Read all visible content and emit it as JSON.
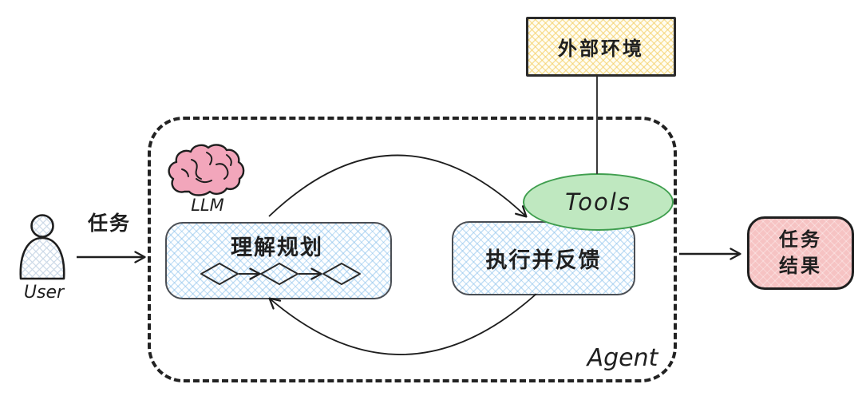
{
  "diagram": {
    "kind": "agent-architecture-sketch",
    "labels": {
      "external_environment": "外部环境",
      "task": "任务",
      "user": "User",
      "llm": "LLM",
      "plan": "理解规划",
      "execute": "执行并反馈",
      "tools": "Tools",
      "agent": "Agent",
      "result_line1": "任务",
      "result_line2": "结果"
    },
    "colors": {
      "stroke": "#1e1e1e",
      "node_border": "#4a4e54",
      "blue_hatch": "#89c0eb",
      "yellow_fill": "#fffdf2",
      "yellow_hatch": "#f3ce64",
      "green_fill": "#bfe8c0",
      "green_border": "#3f9e4e",
      "pink_fill": "#f6c3c3",
      "brain_fill": "#f2a6bb"
    },
    "edges": [
      {
        "from": "User",
        "to": "Agent",
        "label": "任务"
      },
      {
        "from": "理解规划",
        "to": "执行并反馈",
        "label": ""
      },
      {
        "from": "执行并反馈",
        "to": "理解规划",
        "label": ""
      },
      {
        "from": "外部环境",
        "to": "Tools",
        "label": ""
      },
      {
        "from": "Agent",
        "to": "任务结果",
        "label": ""
      }
    ]
  }
}
